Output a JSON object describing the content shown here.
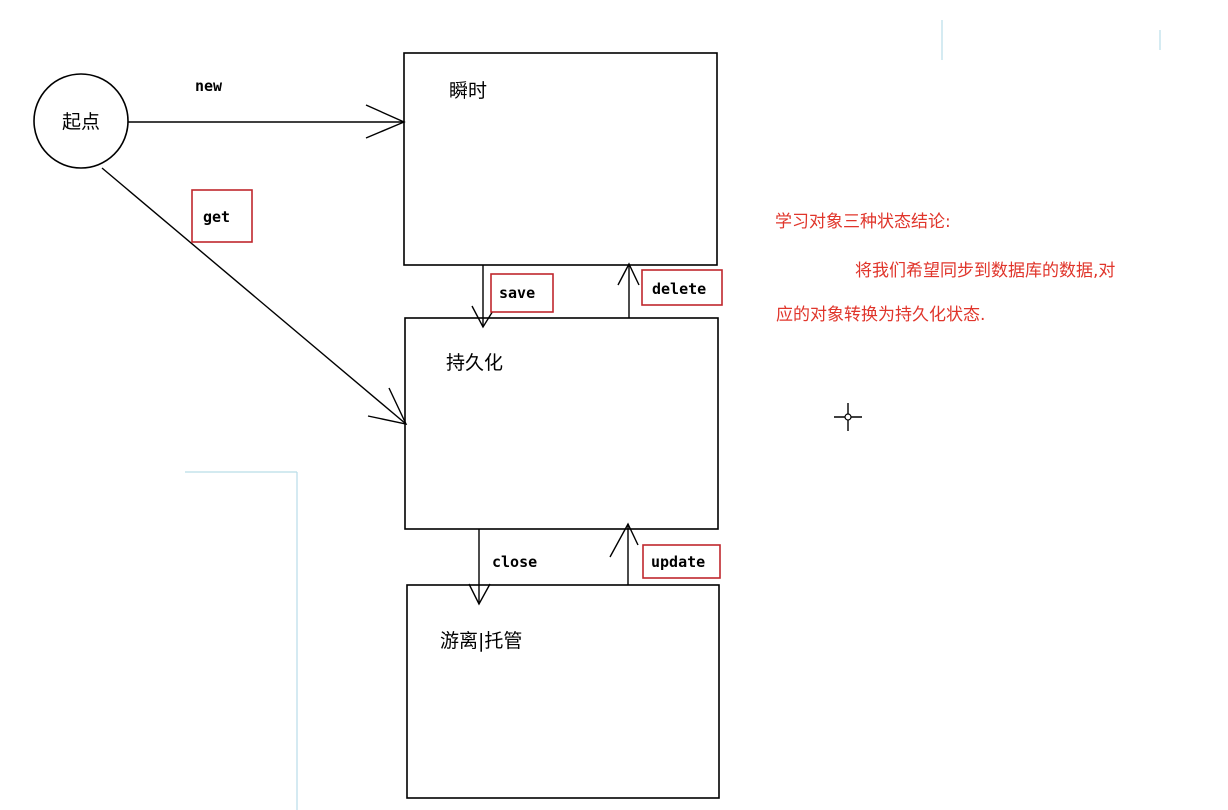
{
  "start_node": {
    "label": "起点"
  },
  "states": {
    "transient": {
      "label": "瞬时"
    },
    "persistent": {
      "label": "持久化"
    },
    "detached": {
      "label": "游离|托管"
    }
  },
  "transitions": {
    "new": "new",
    "get": "get",
    "save": "save",
    "delete": "delete",
    "close": "close",
    "update": "update"
  },
  "conclusion": {
    "title": "学习对象三种状态结论:",
    "line1": "将我们希望同步到数据库的数据,对",
    "line2": "应的对象转换为持久化状态."
  }
}
